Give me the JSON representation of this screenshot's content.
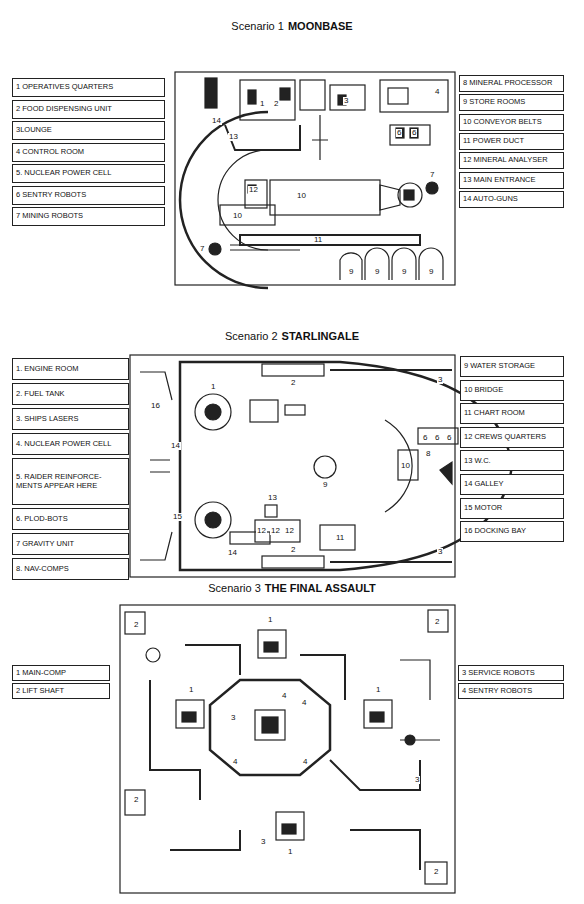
{
  "diagram": {
    "nodes": [
      {
        "text": [
          "1 OPERATIVES QUARTERS"
        ]
      },
      {
        "text": [
          "2 FOOD DISPENSING UNIT"
        ]
      },
      {
        "text": [
          "3LOUNGE"
        ]
      },
      {
        "text": [
          "4 CONTROL ROOM"
        ]
      },
      {
        "text": [
          "5. NUCLEAR POWER CELL"
        ]
      },
      {
        "text": [
          "6 SENTRY ROBOTS"
        ]
      },
      {
        "text": [
          "7 MINING ROBOTS"
        ]
      },
      {
        "text": [
          "8 MINERAL PROCESSOR"
        ]
      },
      {
        "text": [
          "9 STORE ROOMS"
        ]
      },
      {
        "text": [
          "10 CONVEYOR BELTS"
        ]
      },
      {
        "text": [
          "11 POWER DUCT"
        ]
      },
      {
        "text": [
          "12 MINERAL ANALYSER"
        ]
      },
      {
        "text": [
          "13 MAIN ENTRANCE"
        ]
      },
      {
        "text": [
          "14 AUTO-GUNS"
        ]
      },
      {
        "text": [
          "1. ENGINE ROOM"
        ]
      },
      {
        "text": [
          "2. FUEL TANK"
        ]
      },
      {
        "text": [
          "3. SHIPS LASERS"
        ]
      },
      {
        "text": [
          "4. NUCLEAR POWER CELL"
        ]
      },
      {
        "text": [
          "5. RAIDER REINFORCE- MENTS APPEAR HERE"
        ]
      },
      {
        "text": [
          "6. PLOD-BOTS"
        ]
      },
      {
        "text": [
          "7 GRAVITY UNIT"
        ]
      },
      {
        "text": [
          "8. NAV-COMPS"
        ]
      },
      {
        "text": [
          "9 WATER STORAGE"
        ]
      },
      {
        "text": [
          "10 BRIDGE"
        ]
      },
      {
        "text": [
          "11 CHART ROOM"
        ]
      },
      {
        "text": [
          "12 CREWS QUARTERS"
        ]
      },
      {
        "text": [
          "13 W.C."
        ]
      },
      {
        "text": [
          "14 GALLEY"
        ]
      },
      {
        "text": [
          "15 MOTOR"
        ]
      },
      {
        "text": [
          "16 DOCKING BAY"
        ]
      },
      {
        "text": [
          "1 MAIN-COMP"
        ]
      },
      {
        "text": [
          "2 LIFT SHAFT"
        ]
      },
      {
        "text": [
          "3 SERVICE ROBOTS"
        ]
      },
      {
        "text": [
          "4 SENTRY ROBOTS"
        ]
      }
    ],
    "labels": [
      "Scenario 1",
      "MOONBASE",
      "1",
      "2",
      "3",
      "4",
      "14",
      "13",
      "6",
      "6",
      "12",
      "10",
      "10",
      "7",
      "7",
      "11",
      "9",
      "9",
      "9",
      "9",
      "Scenario 2",
      "STARLINGALE",
      "1",
      "2",
      "3",
      "16",
      "14",
      "6",
      "6",
      "6",
      "8",
      "9",
      "10",
      "15",
      "13",
      "12",
      "12",
      "12",
      "11",
      "14",
      "2",
      "3",
      "Scenario 3",
      "THE FINAL ASSAULT",
      "2",
      "2",
      "1",
      "1",
      "1",
      "1",
      "4",
      "4",
      "4",
      "4",
      "3",
      "3",
      "3",
      "2",
      "2"
    ]
  }
}
